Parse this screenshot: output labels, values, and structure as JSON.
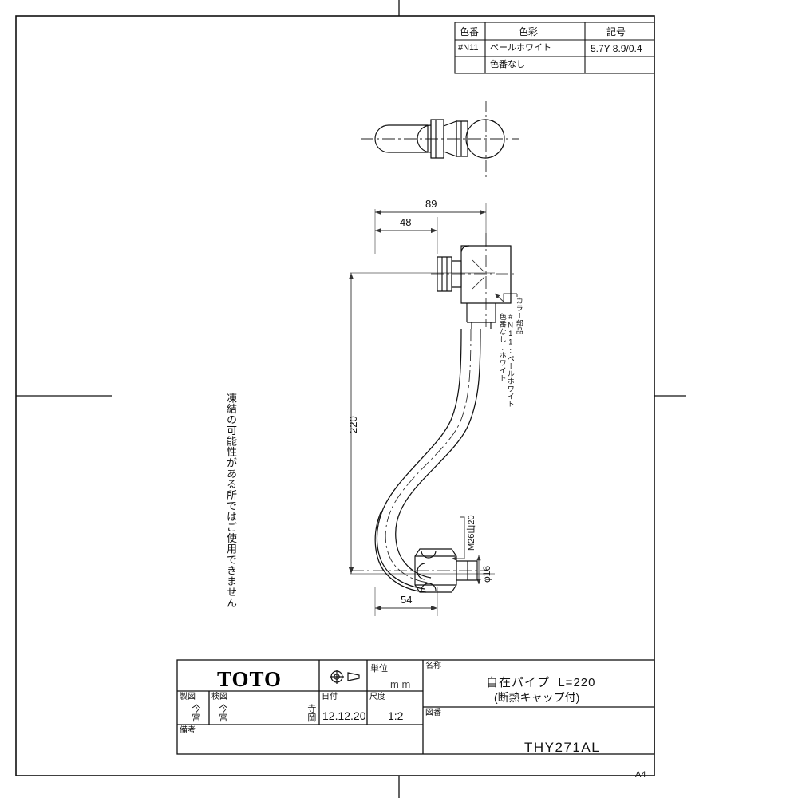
{
  "document": {
    "kind": "technical-drawing",
    "sheet_size": "A4",
    "manufacturer": "TOTO"
  },
  "color_table": {
    "headers": [
      "色番",
      "色彩",
      "記号"
    ],
    "rows": [
      {
        "code": "#N11",
        "name": "ペールホワイト",
        "symbol": "5.7Y 8.9/0.4"
      },
      {
        "code": "",
        "name": "色番なし",
        "symbol": ""
      }
    ]
  },
  "notes": {
    "freeze_warning": "凍結の可能性がある所ではご使用できません",
    "color_part_label": "カラー部品",
    "color_part_line1": "#N11:ペールホワイト",
    "color_part_line2": "色番なし:ホワイト"
  },
  "dimensions": {
    "overall_width": "89",
    "inset_width": "48",
    "overall_height": "220",
    "base_width": "54",
    "thread": "M26山20",
    "outlet_dia": "φ16"
  },
  "title_block": {
    "logo": "TOTO",
    "unit_label": "単位",
    "unit_value": "m m",
    "name_label": "名称",
    "name_line1": "自在パイプ  L=220",
    "name_line2": "(断熱キャップ付)",
    "drawn_label": "製図",
    "drawn_by": "今宮",
    "checked_label": "検図",
    "checked_by": "今宮",
    "approved_by": "寺岡",
    "date_label": "日付",
    "date_value": "12.12.20",
    "scale_label": "尺度",
    "scale_value": "1:2",
    "drawing_no_label": "図番",
    "drawing_no_value": "THY271AL",
    "remarks_label": "備考",
    "remarks_value": "",
    "projection_symbol": "first-angle-projection-icon",
    "sheet_size_mark": "A4"
  }
}
